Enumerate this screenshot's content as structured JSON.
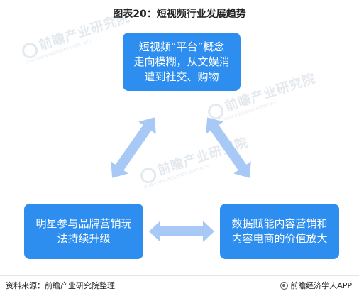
{
  "title": "图表20：短视频行业发展趋势",
  "nodes": {
    "top": [
      "短视频“平台”概念",
      "走向模糊，从文娱消",
      "遭到社交、购物"
    ],
    "left": [
      "明星参与品牌营销玩",
      "法持续升级"
    ],
    "right": [
      "数据赋能内容营销和",
      "内容电商的价值放大"
    ]
  },
  "watermark": {
    "text": "前瞻产业研究院",
    "sub": "QIANZHAN INDUSTRY INSTITUTE"
  },
  "footer": {
    "source": "资料来源：前瞻产业研究院整理",
    "brand": "前瞻经济学人APP"
  },
  "colors": {
    "box": "#2d8ef0",
    "arrow": "#a8c8f5"
  }
}
